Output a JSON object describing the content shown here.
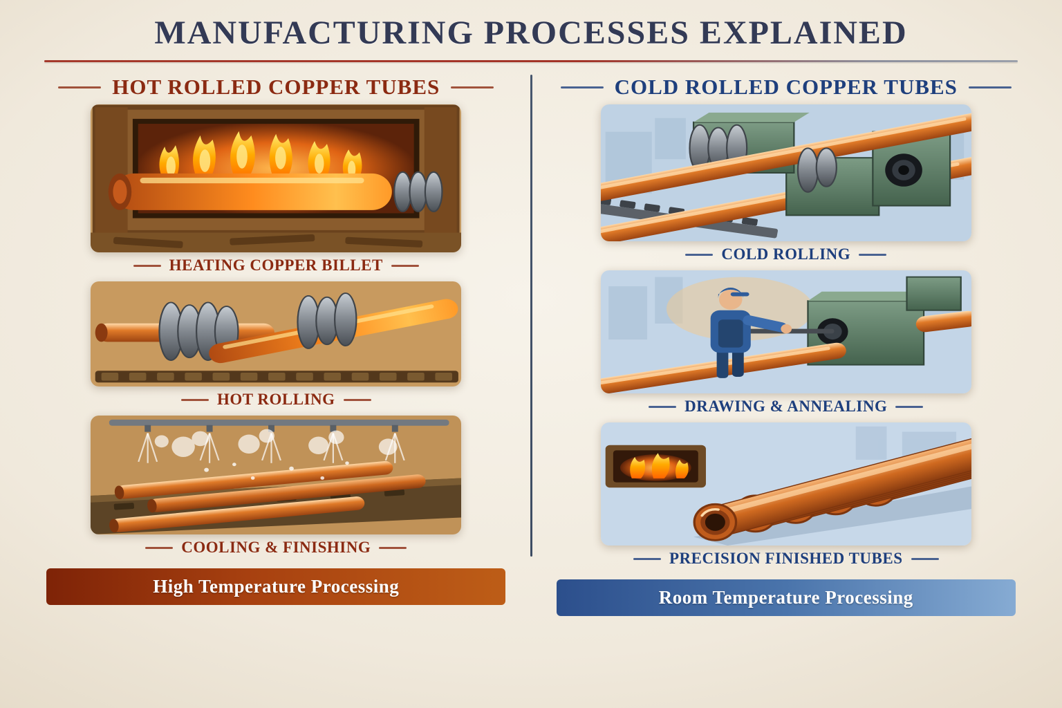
{
  "title": "MANUFACTURING PROCESSES EXPLAINED",
  "columns": {
    "hot": {
      "heading": "HOT ROLLED COPPER TUBES",
      "steps": [
        {
          "caption": "HEATING COPPER BILLET",
          "illustration": "glowing copper billet inside a fired furnace"
        },
        {
          "caption": "HOT ROLLING",
          "illustration": "glowing copper tube passing through steel roller stands"
        },
        {
          "caption": "COOLING & FINISHING",
          "illustration": "copper tubes sprayed with water on a conveyor"
        }
      ],
      "banner": "High Temperature Processing"
    },
    "cold": {
      "heading": "COLD ROLLED COPPER TUBES",
      "steps": [
        {
          "caption": "COLD ROLLING",
          "illustration": "copper tubes passing through a green cold rolling mill"
        },
        {
          "caption": "DRAWING & ANNEALING",
          "illustration": "worker operating a tube drawing machine"
        },
        {
          "caption": "PRECISION FINISHED TUBES",
          "illustration": "bundle of polished finished copper tubes"
        }
      ],
      "banner": "Room Temperature Processing"
    }
  },
  "colors": {
    "title": "#333a55",
    "rule": "#a5392b",
    "divider": "#47576e",
    "hot-accent": "#8b2a12",
    "cold-accent": "#1e3f7d",
    "hot-banner-a": "#7e2307",
    "hot-banner-b": "#bd5d17",
    "cold-banner-a": "#2c4f8c",
    "cold-banner-b": "#86abd3",
    "copper": "#c8601f",
    "warm-wash": "#e9ce9e",
    "cool-wash": "#c5d8ea"
  }
}
